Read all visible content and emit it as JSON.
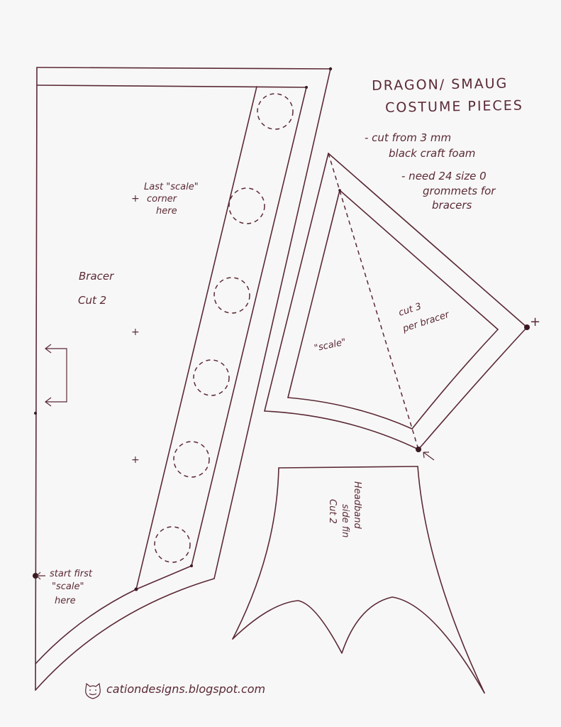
{
  "title": {
    "line1": "DRAGON/ SMAUG",
    "line2": "COSTUME PIECES"
  },
  "notes": {
    "material_line1": "- cut from 3 mm",
    "material_line2": "black craft foam",
    "grommet_line1": "- need 24 size 0",
    "grommet_line2": "grommets for",
    "grommet_line3": "bracers"
  },
  "bracer": {
    "name": "Bracer",
    "cut": "Cut 2",
    "last_scale_line1": "Last \"scale\"",
    "last_scale_line2": "corner",
    "last_scale_line3": "here",
    "start_line1": "start first",
    "start_line2": "\"scale\"",
    "start_line3": "here",
    "grommet_circles": 6,
    "plus_marks": [
      "+",
      "+",
      "+"
    ]
  },
  "scale_piece": {
    "name": "\"scale\"",
    "cut_line1": "cut 3",
    "cut_line2": "per bracer",
    "plus_mark": "+"
  },
  "fin_piece": {
    "name_line1": "Headband",
    "name_line2": "side fin",
    "cut": "Cut 2"
  },
  "footer": {
    "icon": "cat-face-icon",
    "url": "cationdesigns.blogspot.com"
  },
  "colors": {
    "ink": "#5a2a35",
    "paper": "#f8f7f7"
  }
}
